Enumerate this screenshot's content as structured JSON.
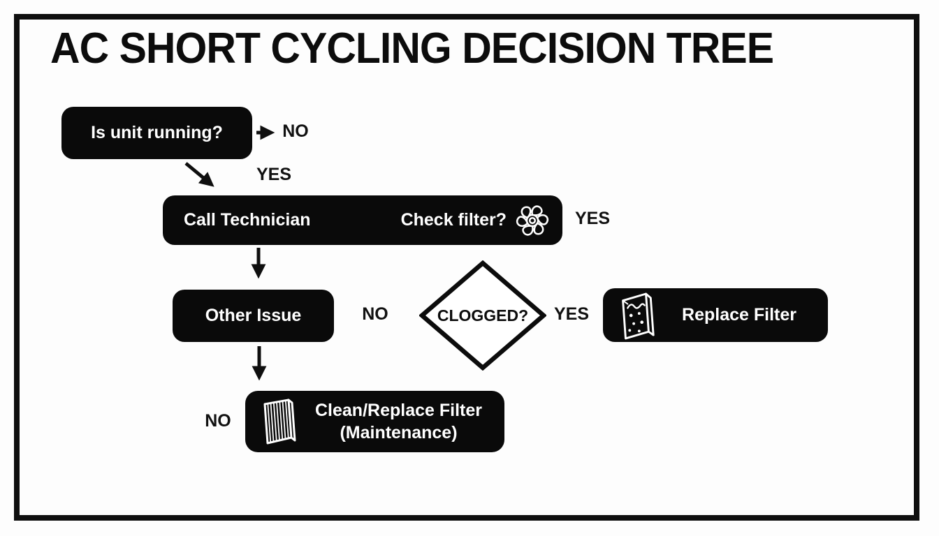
{
  "title": "AC SHORT CYCLING DECISION TREE",
  "colors": {
    "node_bg": "#0a0a0a",
    "node_text": "#ffffff",
    "line": "#0f0f0f",
    "canvas_bg": "#fdfdfd",
    "diamond_fill": "#ffffff"
  },
  "nodes": {
    "is_unit_running": {
      "label": "Is unit running?"
    },
    "call_technician_check_filter": {
      "left_label": "Call Technician",
      "right_label": "Check filter?",
      "icon": "fan-icon"
    },
    "other_issue": {
      "label": "Other Issue"
    },
    "clogged": {
      "label": "CLOGGED?"
    },
    "replace_filter": {
      "label": "Replace Filter",
      "icon": "dirty-filter-icon"
    },
    "clean_replace_filter": {
      "line1": "Clean/Replace Filter",
      "line2": "(Maintenance)",
      "icon": "clean-filter-icon"
    }
  },
  "edge_labels": {
    "unit_not_running": "NO",
    "unit_running": "YES",
    "check_filter_yes": "YES",
    "clogged_no": "NO",
    "clogged_yes": "YES",
    "maintenance_no": "NO"
  }
}
